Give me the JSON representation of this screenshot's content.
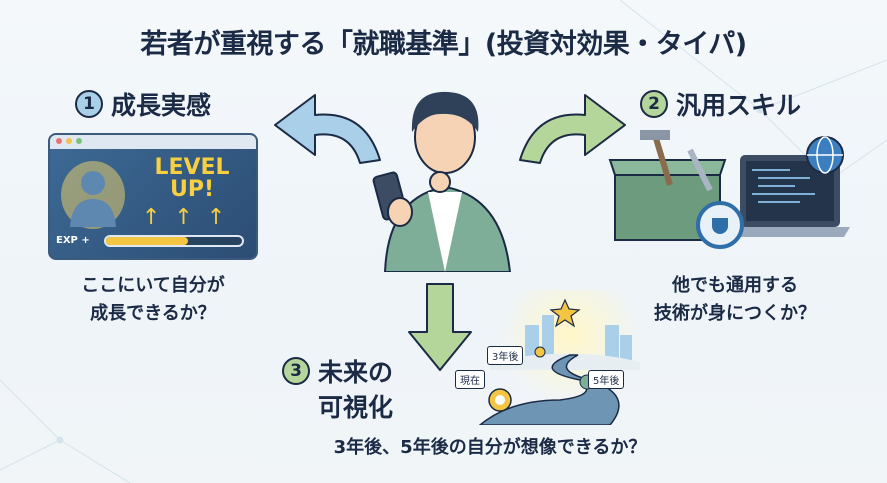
{
  "title": "若者が重視する「就職基準」(投資対効果・タイパ)",
  "items": [
    {
      "num": "1",
      "heading": "成長実感",
      "desc_lines": [
        "ここにいて自分が",
        "成長できるか？"
      ],
      "color": "#a9cfe9"
    },
    {
      "num": "2",
      "heading": "汎用スキル",
      "desc_lines": [
        "他でも通用する",
        "技術が身につくか？"
      ],
      "color": "#b5d69a"
    },
    {
      "num": "3",
      "heading_lines": [
        "未来の",
        "可視化"
      ],
      "desc": "3年後、5年後の自分が想像できるか？",
      "color": "#b5d69a"
    }
  ],
  "level_card": {
    "level_text": "LEVEL",
    "up_text": "UP!",
    "exp_label": "EXP +",
    "exp_progress": 0.6
  },
  "roadmap": {
    "labels": [
      "現在",
      "3年後",
      "5年後"
    ]
  }
}
